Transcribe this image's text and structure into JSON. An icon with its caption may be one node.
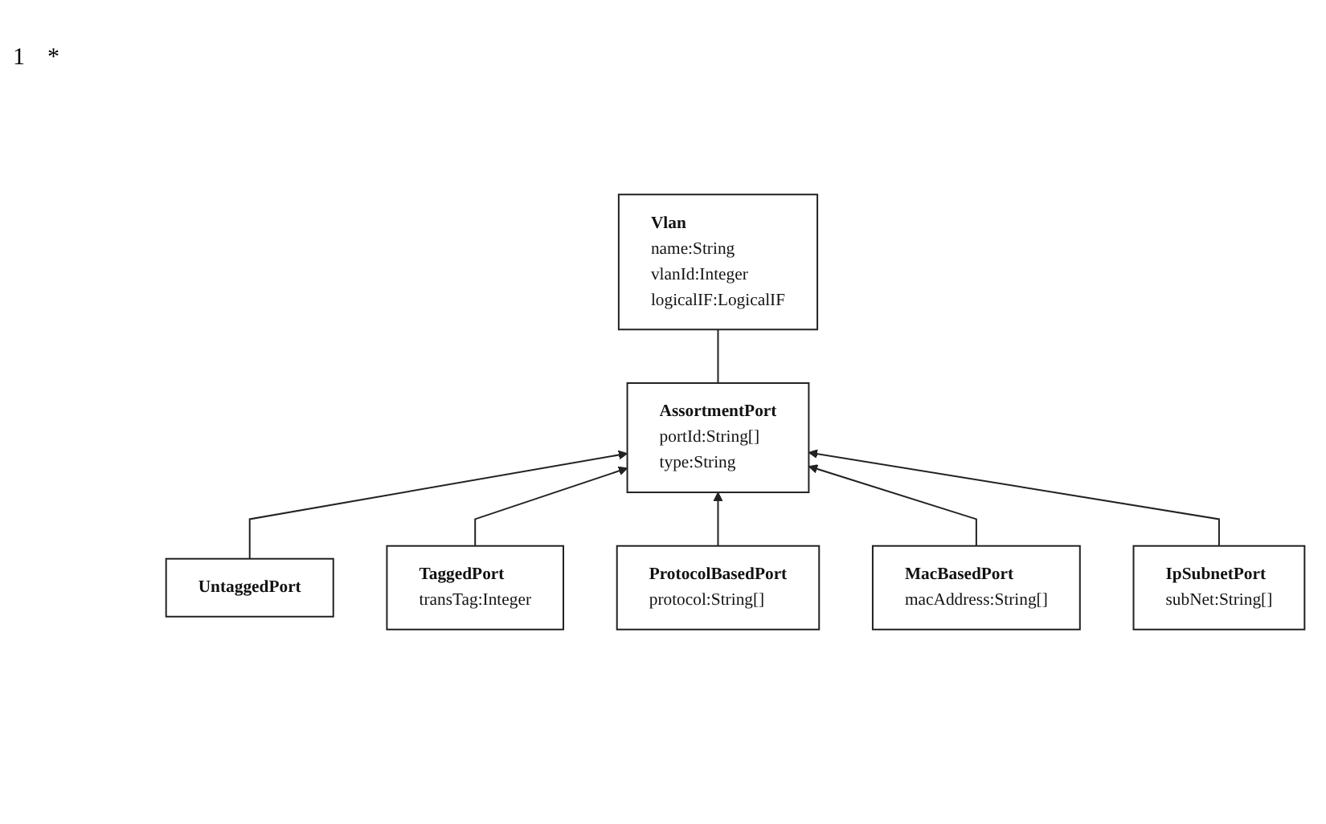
{
  "diagram": {
    "nodes": [
      {
        "text": [
          "Vlan",
          "name:String",
          "vlanId:Integer",
          "logicalIF:LogicalIF"
        ]
      },
      {
        "text": [
          "AssortmentPort",
          "portId:String[]",
          "type:String"
        ]
      },
      {
        "text": [
          "UntaggedPort"
        ]
      },
      {
        "text": [
          "TaggedPort",
          "transTag:Integer"
        ]
      },
      {
        "text": [
          "ProtocolBasedPort",
          "protocol:String[]"
        ]
      },
      {
        "text": [
          "MacBasedPort",
          "macAddress:String[]"
        ]
      },
      {
        "text": [
          "IpSubnetPort",
          "subNet:String[]"
        ]
      }
    ],
    "edges": [
      {
        "from": 0,
        "to": 1,
        "arrow": "none"
      },
      {
        "from": 2,
        "to": 1,
        "arrow": "to"
      },
      {
        "from": 3,
        "to": 1,
        "arrow": "to"
      },
      {
        "from": 4,
        "to": 1,
        "arrow": "to"
      },
      {
        "from": 5,
        "to": 1,
        "arrow": "to"
      },
      {
        "from": 6,
        "to": 1,
        "arrow": "to"
      }
    ],
    "labels": [
      "1",
      "*"
    ]
  }
}
